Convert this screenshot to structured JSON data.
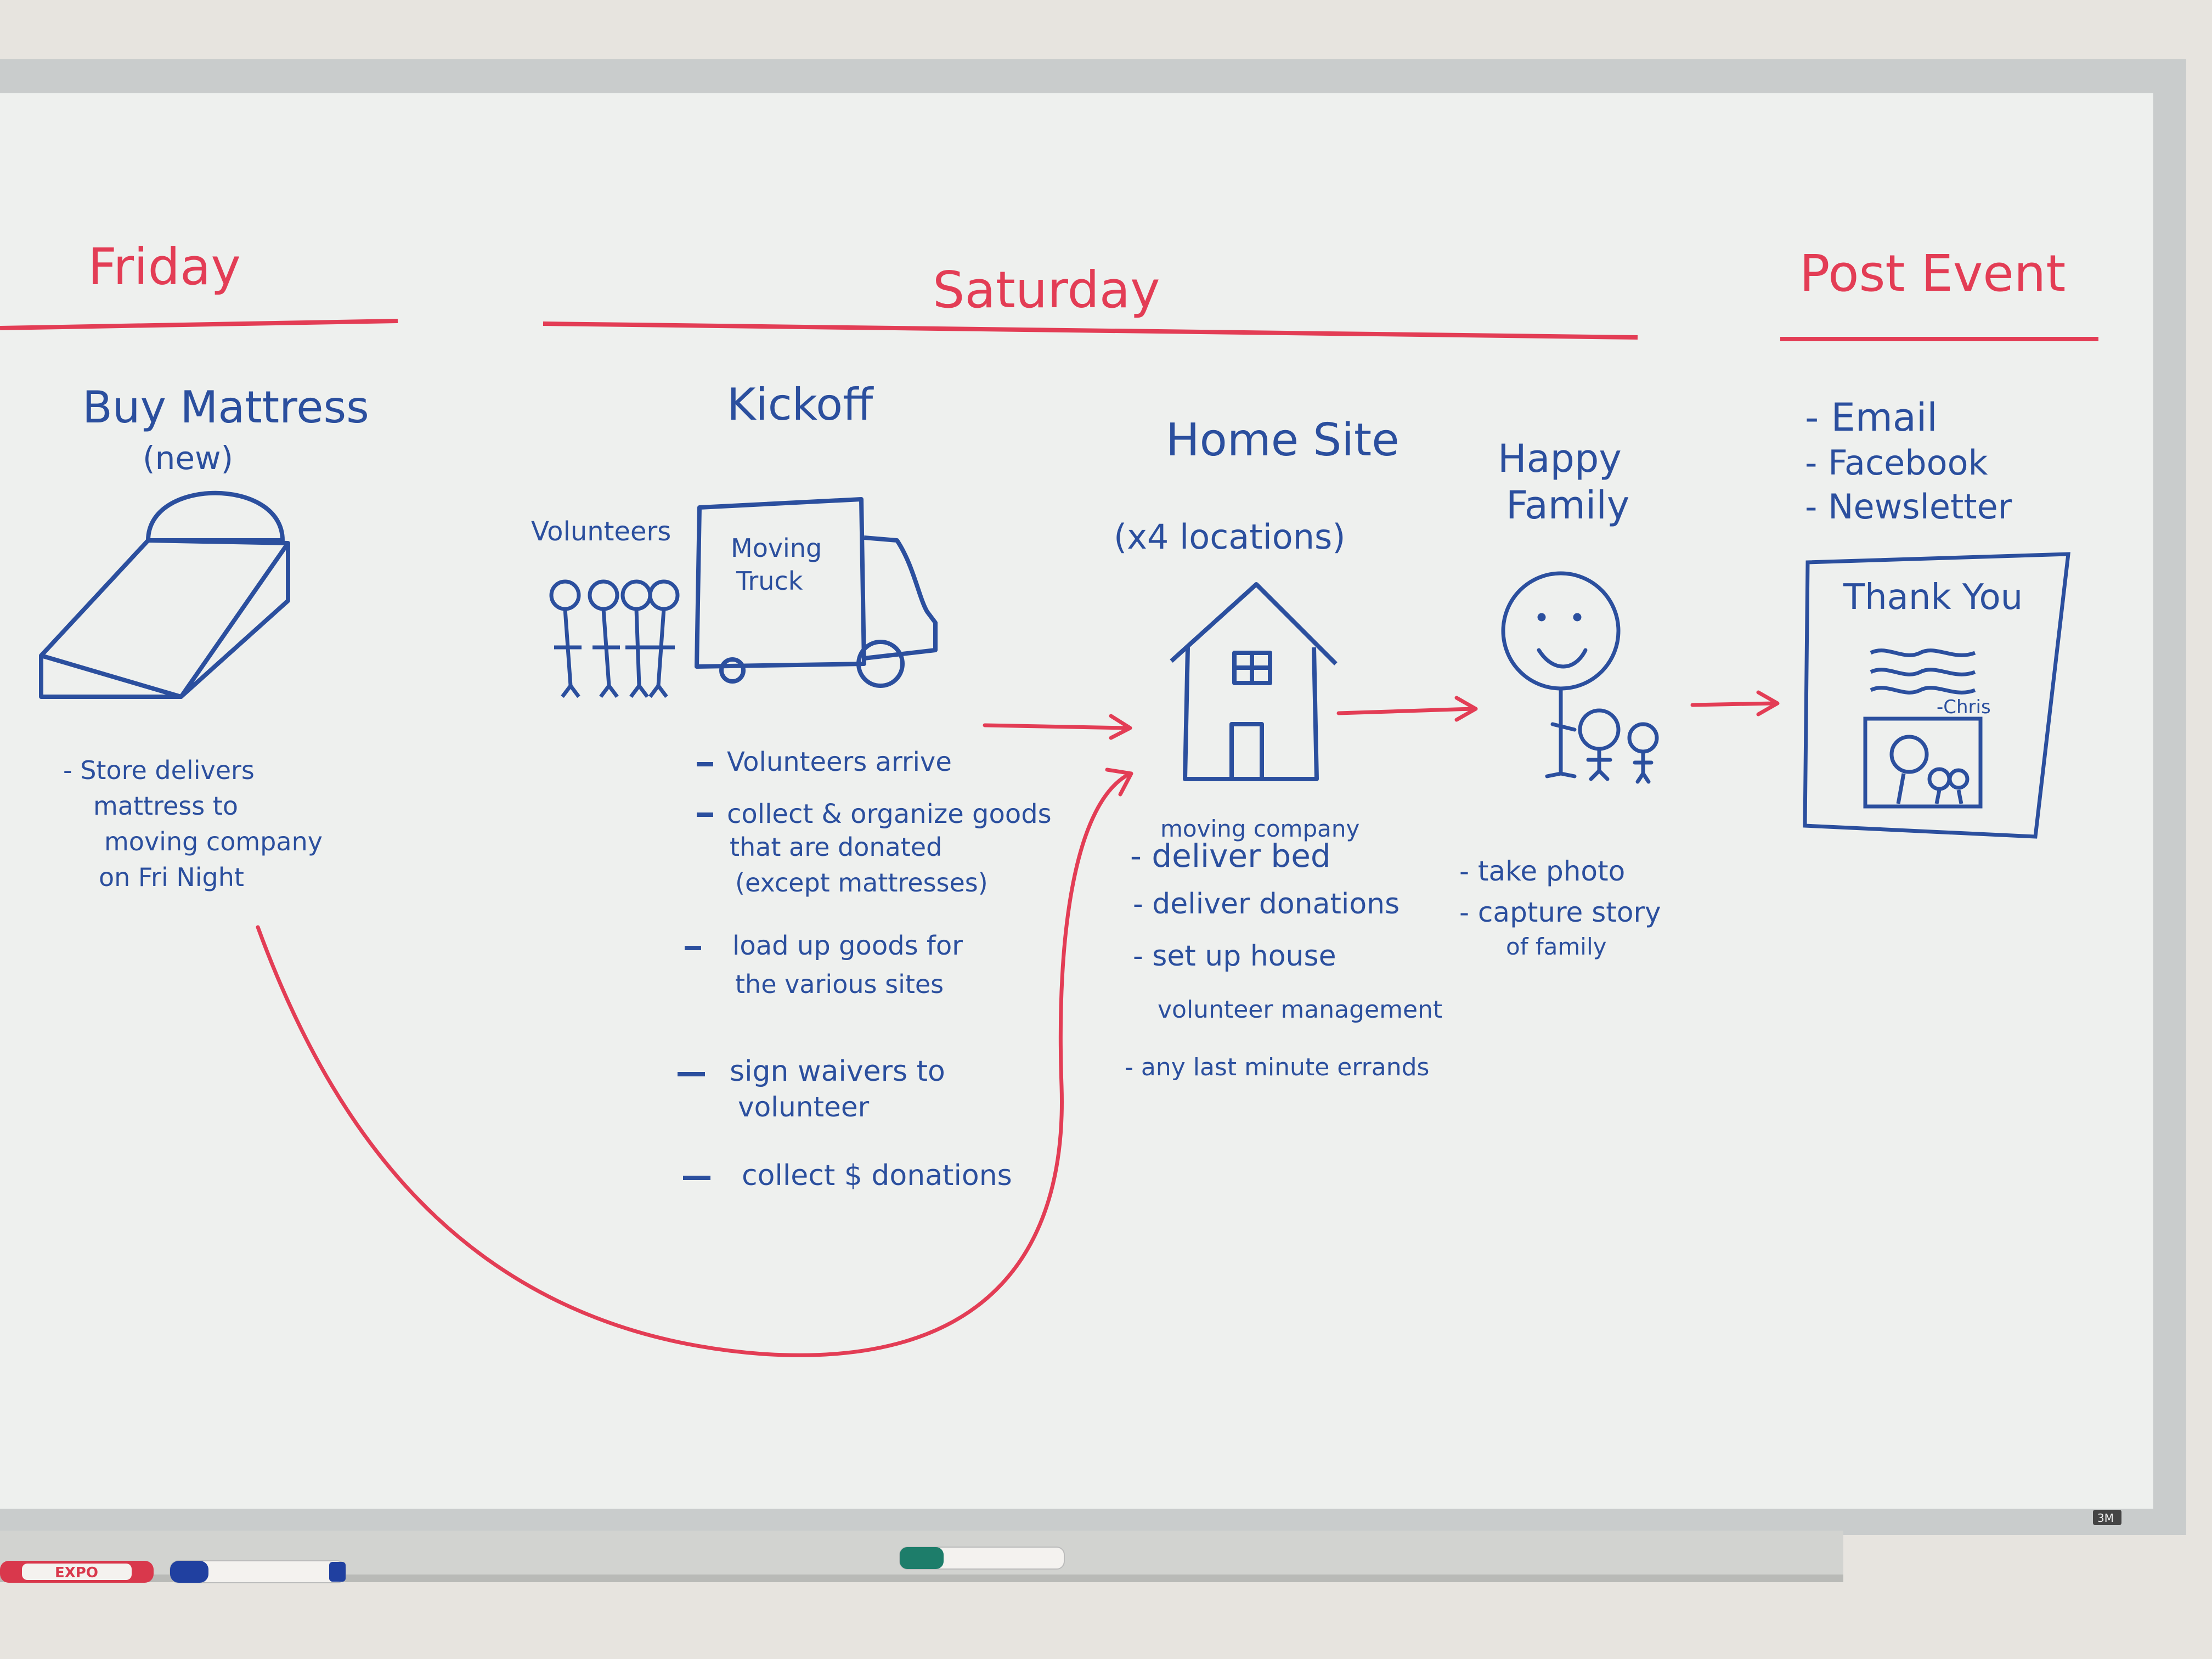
{
  "colors": {
    "wall": "#e7e4df",
    "board": "#eef0ee",
    "frame": "#c9cccc",
    "red_marker": "#e33d55",
    "blue_marker": "#2b4f9e",
    "green_marker": "#1d7d6a"
  },
  "headers": {
    "friday": "Friday",
    "saturday": "Saturday",
    "post_event": "Post Event"
  },
  "friday": {
    "title": "Buy Mattress",
    "subtitle": "(new)",
    "notes": [
      "- Store delivers",
      "mattress to",
      "moving company",
      "on Fri Night"
    ]
  },
  "kickoff": {
    "title": "Kickoff",
    "volunteers_label": "Volunteers",
    "truck_label_1": "Moving",
    "truck_label_2": "Truck",
    "notes": [
      "Volunteers arrive",
      "collect & organize goods",
      "that are donated",
      "(except mattresses)",
      "load up goods for",
      "the various sites",
      "sign waivers to",
      "volunteer",
      "collect $ donations"
    ]
  },
  "home_site": {
    "title": "Home Site",
    "locations": "(x4 locations)",
    "notes_header": "moving company",
    "notes": [
      "- deliver bed",
      "- deliver donations",
      "- set up house",
      "volunteer management",
      "- any last minute errands"
    ]
  },
  "happy_family": {
    "title_1": "Happy",
    "title_2": "Family",
    "notes": [
      "- take photo",
      "- capture story",
      "of family"
    ]
  },
  "post_event": {
    "items": [
      "- Email",
      "- Facebook",
      "- Newsletter"
    ],
    "card_title": "Thank You",
    "card_signature": "-Chris"
  },
  "tray": {
    "marker_brand": "EXPO"
  },
  "board_badge": "3M"
}
